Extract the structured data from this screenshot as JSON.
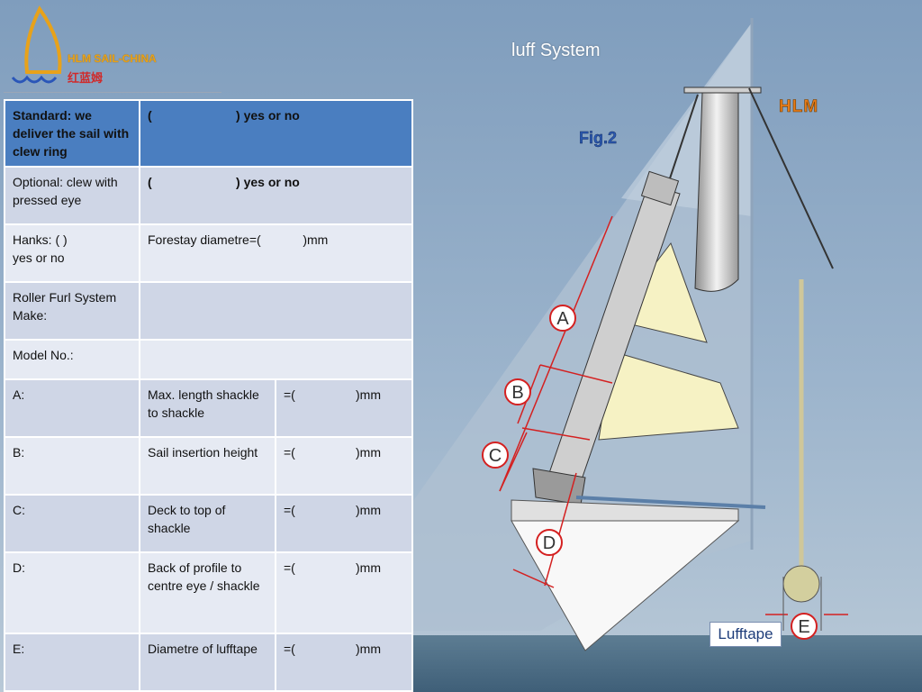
{
  "logo": {
    "name_en": "HLM SAIL-CHINA",
    "name_cn": "红蓝姆"
  },
  "slide": {
    "title": "luff  System"
  },
  "table": {
    "rows": [
      {
        "label": "Standard: we deliver the sail with clew ring",
        "value": "(                        ) yes or no"
      },
      {
        "label": "Optional:  clew with pressed eye",
        "value": "(                        ) yes or no"
      },
      {
        "label": "Hanks:    (       )\nyes or  no",
        "value": "Forestay diametre=(            )mm"
      },
      {
        "label": "Roller Furl System Make:",
        "value": ""
      },
      {
        "label": "Model No.:",
        "value": ""
      },
      {
        "label": "A:",
        "desc": "Max. length shackle to shackle",
        "open": "=(",
        "close": ")mm"
      },
      {
        "label": "B:",
        "desc": "Sail insertion height",
        "open": "=(",
        "close": ")mm"
      },
      {
        "label": "C:",
        "desc": "Deck to top of shackle",
        "open": "=(",
        "close": ")mm"
      },
      {
        "label": "D:",
        "desc": "Back of profile to centre eye / shackle",
        "open": "=(",
        "close": ")mm"
      },
      {
        "label": "E:",
        "desc": "Diametre of lufftape",
        "open": "=(",
        "close": ")mm"
      }
    ]
  },
  "figure": {
    "brand": "HLM",
    "fig_label": "Fig.2",
    "markers": {
      "a": "A",
      "b": "B",
      "c": "C",
      "d": "D",
      "e": "E"
    },
    "lufftape_label": "Lufftape"
  }
}
